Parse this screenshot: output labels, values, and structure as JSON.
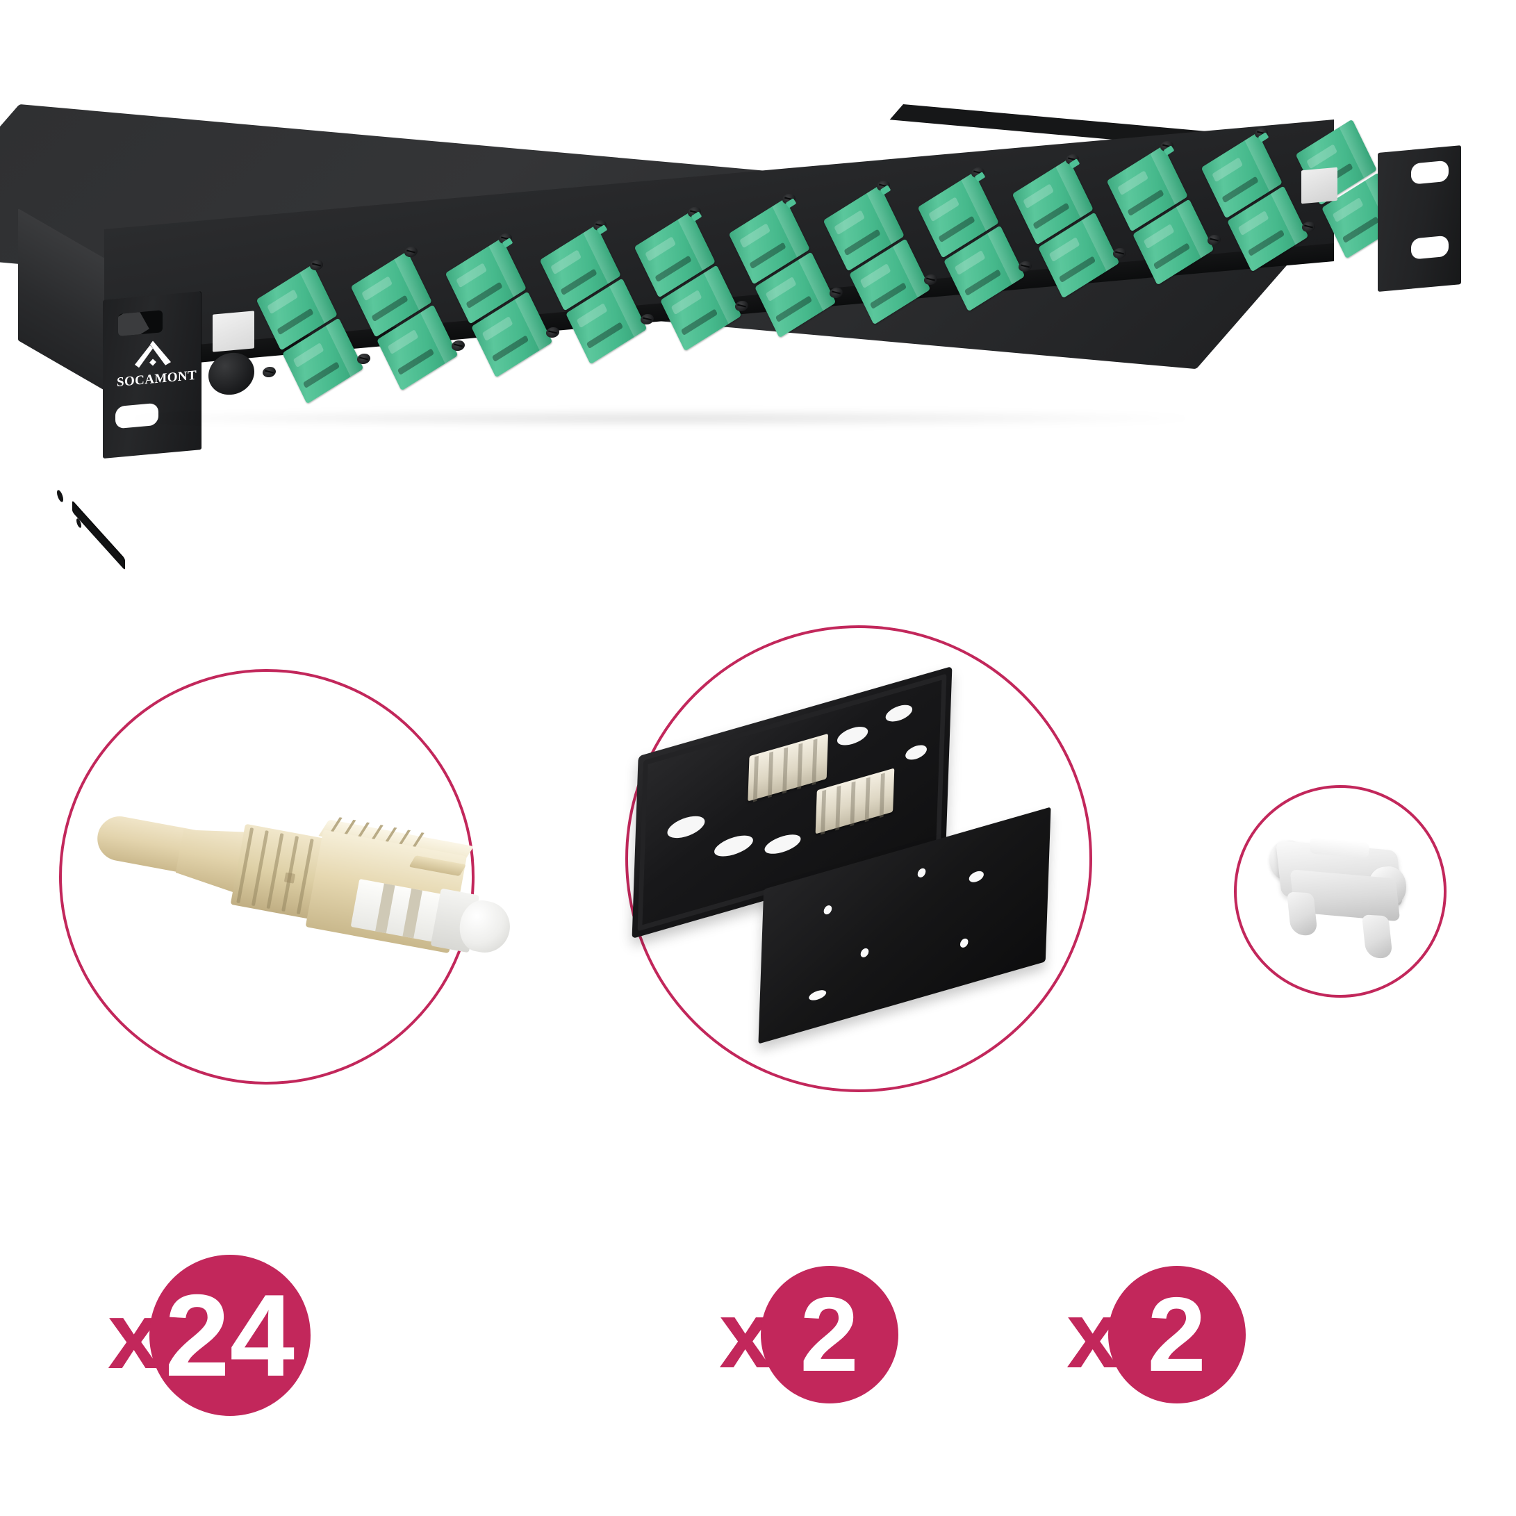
{
  "product": {
    "type": "19-inch 1U rack-mount fiber optic patch panel",
    "brand": "SOCAMONT",
    "brand_mark": "socamont-chevron-logo",
    "chassis_color": "#232426",
    "adapter_color": "#4bbb8e",
    "adapter_count": 12,
    "adapter_type": "SC duplex adapter",
    "front_label_color": "#eeeeee"
  },
  "accent": {
    "magenta": "#c2275b",
    "adapter_green": "#4bbb8e",
    "connector_beige": "#e6d8b1",
    "clip_white": "#e6e6e6",
    "tray_black": "#18181a"
  },
  "callouts": [
    {
      "id": "connector",
      "name": "SC simplex fiber optic connector",
      "icon": "fiber-connector-icon",
      "ring_color": "#c2275b"
    },
    {
      "id": "splice-tray",
      "name": "Splice tray with cover plate",
      "icon": "splice-tray-icon",
      "ring_color": "#c2275b"
    },
    {
      "id": "clip",
      "name": "Cable retention clip",
      "icon": "cable-clip-icon",
      "ring_color": "#c2275b"
    }
  ],
  "quantities": [
    {
      "id": "connector-qty",
      "multiplier": "x",
      "count": "24"
    },
    {
      "id": "tray-qty",
      "multiplier": "x",
      "count": "2"
    },
    {
      "id": "clip-qty",
      "multiplier": "x",
      "count": "2"
    }
  ]
}
